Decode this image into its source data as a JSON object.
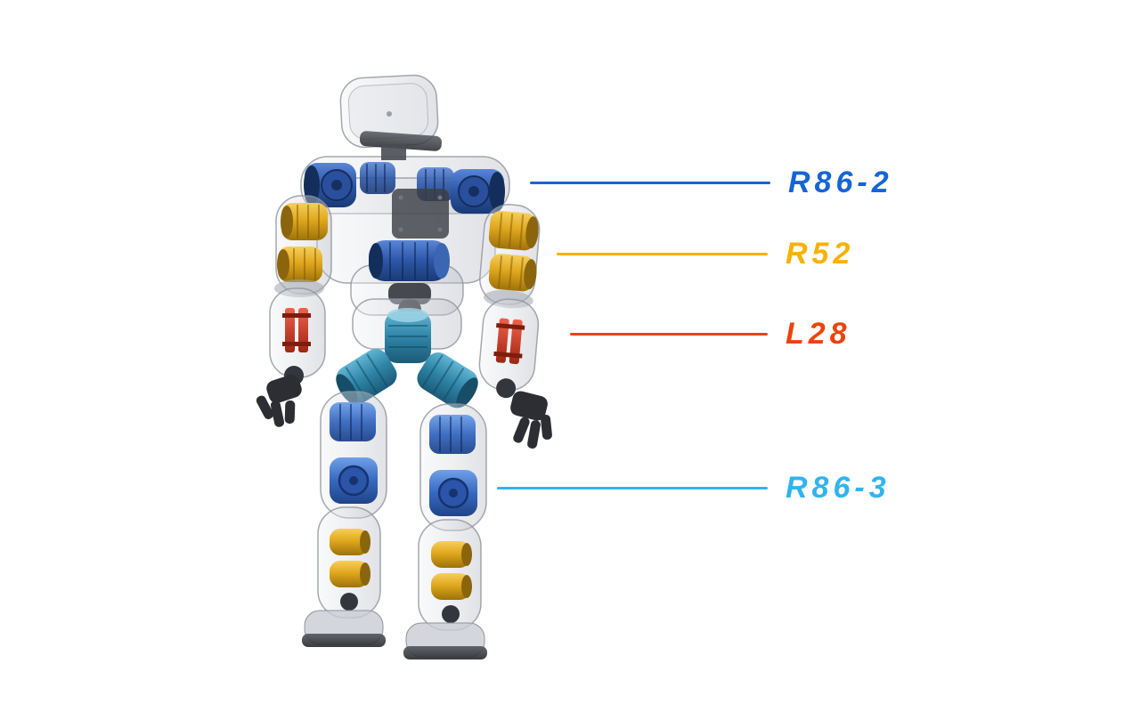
{
  "diagram": {
    "background": "#ffffff",
    "callouts": [
      {
        "id": "r86-2",
        "label": "R86-2",
        "color": "#1565d6",
        "points_to": "shoulder-actuators"
      },
      {
        "id": "r52",
        "label": "R52",
        "color": "#f7b100",
        "points_to": "upper-arm-actuators"
      },
      {
        "id": "l28",
        "label": "L28",
        "color": "#eb4409",
        "points_to": "forearm-actuators"
      },
      {
        "id": "r86-3",
        "label": "R86-3",
        "color": "#30b4ee",
        "points_to": "knee-actuators"
      }
    ],
    "palette": {
      "shell_gray": "#c9ccd3",
      "motor_blue": "#2c56a6",
      "motor_gold": "#e0a81e",
      "motor_red": "#c23a22",
      "motor_teal": "#2e84a6",
      "knee_blue": "#3668c0"
    }
  }
}
